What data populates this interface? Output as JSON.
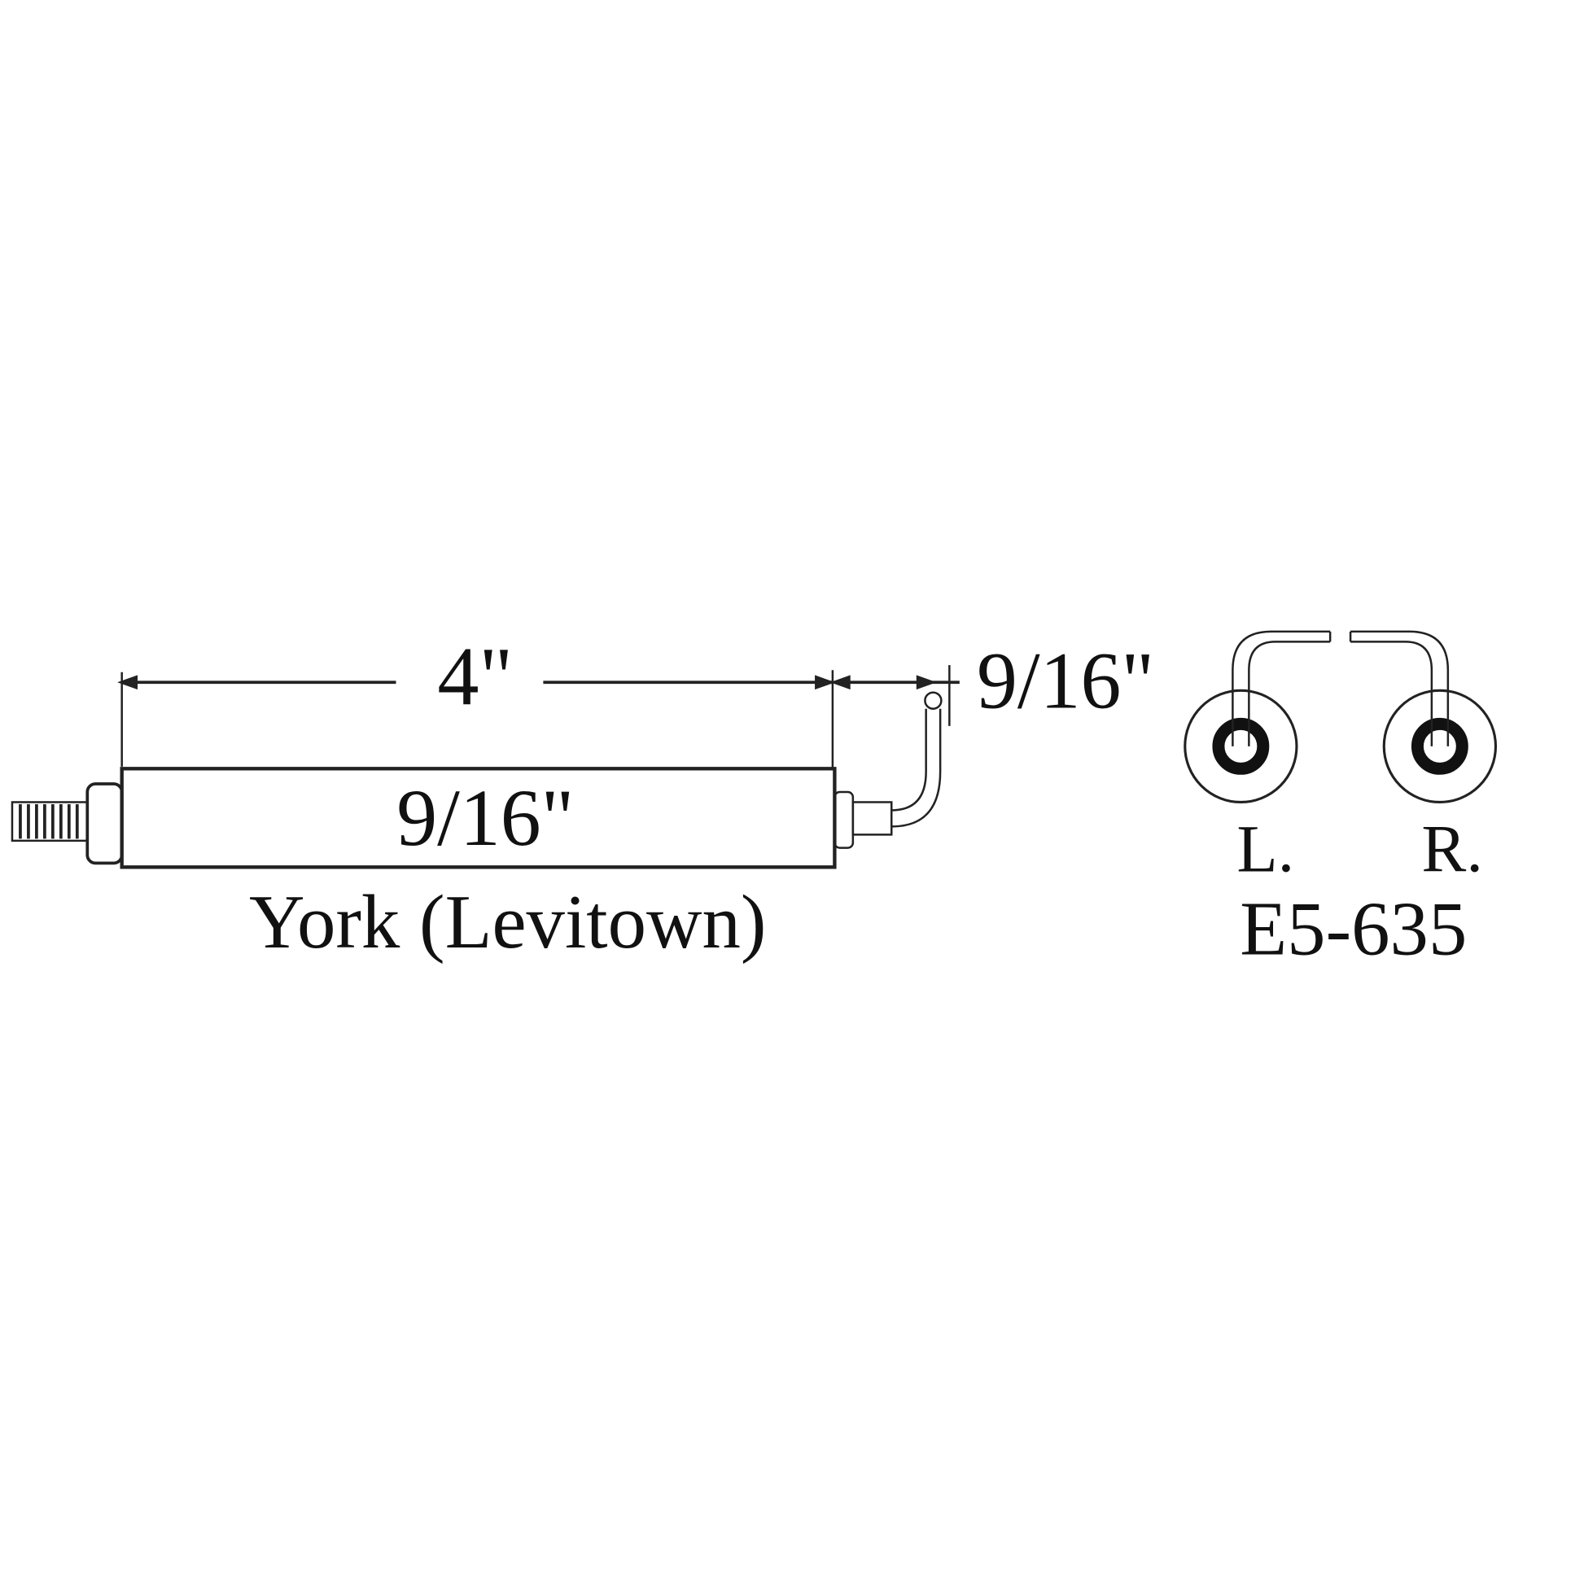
{
  "side_view": {
    "length_label": "4\"",
    "tip_offset_label": "9/16\"",
    "diameter_label": "9/16\"",
    "caption": "York (Levitown)"
  },
  "end_view": {
    "left_label": "L.",
    "right_label": "R.",
    "part_number": "E5-635"
  }
}
